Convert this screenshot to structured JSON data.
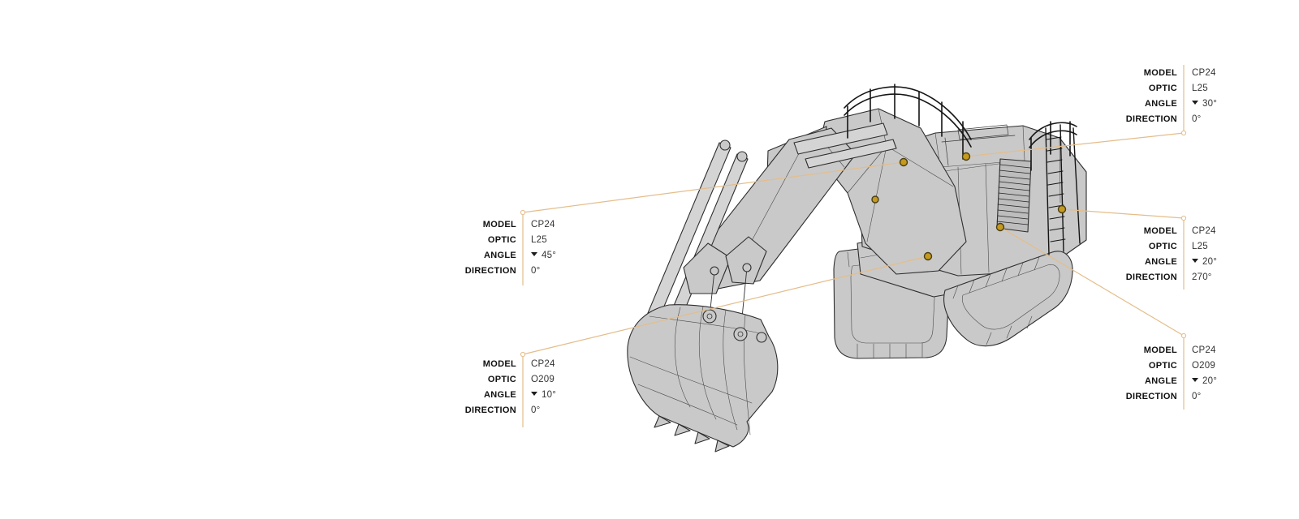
{
  "page": {
    "background": "#ffffff",
    "view": "3d-camera-placement-configurator"
  },
  "field_labels": {
    "model": "MODEL",
    "optic": "OPTIC",
    "angle": "ANGLE",
    "direction": "DIRECTION"
  },
  "cameras": [
    {
      "position": "top-right",
      "model": "CP24",
      "optic": "L25",
      "angle": "30°",
      "direction": "0°"
    },
    {
      "position": "middle-right",
      "model": "CP24",
      "optic": "L25",
      "angle": "20°",
      "direction": "270°"
    },
    {
      "position": "bottom-right",
      "model": "CP24",
      "optic": "O209",
      "angle": "20°",
      "direction": "0°"
    },
    {
      "position": "middle-left",
      "model": "CP24",
      "optic": "L25",
      "angle": "45°",
      "direction": "0°"
    },
    {
      "position": "bottom-left",
      "model": "CP24",
      "optic": "O209",
      "angle": "10°",
      "direction": "0°"
    }
  ],
  "icons": {
    "angle_dropdown": "caret-down-icon",
    "camera_marker": "camera-position-dot"
  },
  "colors": {
    "leader_line": "#e4bd8a",
    "marker_fill": "#c49a1f",
    "marker_stroke": "#4a3d12",
    "label_text": "#101010",
    "value_text": "#343434",
    "machine_fill": "#c9c9c9",
    "machine_edge": "#2e2e2e"
  }
}
